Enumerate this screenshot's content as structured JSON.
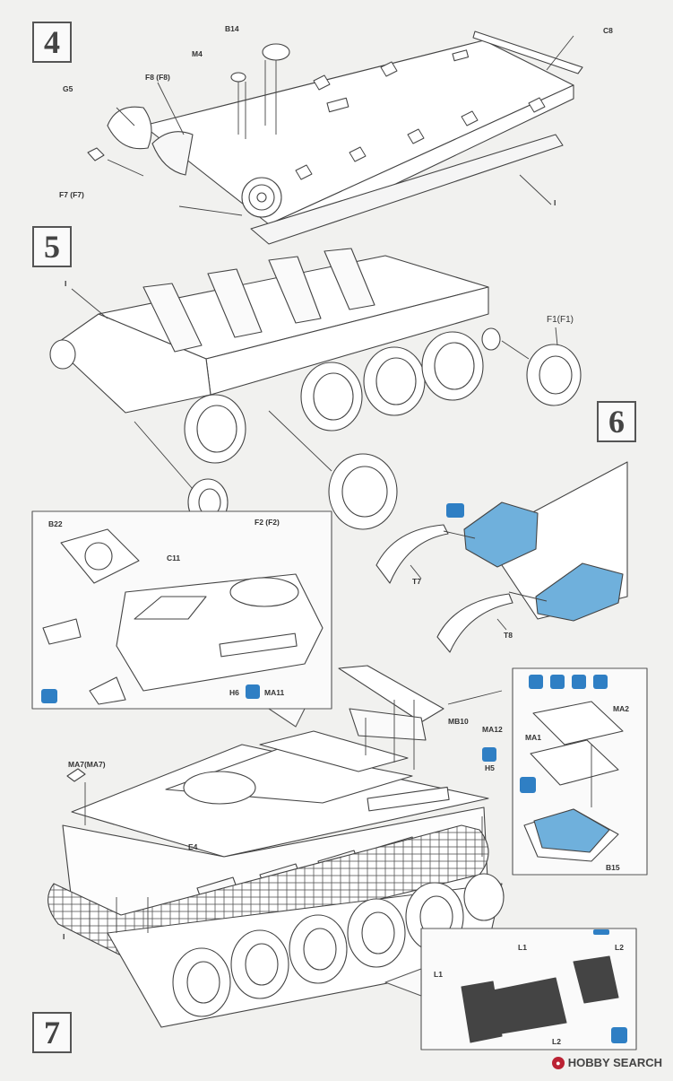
{
  "steps": {
    "s4": "4",
    "s5": "5",
    "s6": "6",
    "s7": "7"
  },
  "labels": {
    "b14": "B14",
    "m4": "M4",
    "f8": "F8 (F8)",
    "g5": "G5",
    "f7": "F7 (F7)",
    "c8": "C8",
    "i_step4": "I",
    "i_step5": "I",
    "f1": "F1(F1)",
    "f2": "F2 (F2)",
    "t7": "T7",
    "t8": "T8",
    "b22": "B22",
    "c11": "C11",
    "h6": "H6",
    "ma11": "MA11",
    "mb10": "MB10",
    "ma12": "MA12",
    "h5": "H5",
    "ma7": "MA7(MA7)",
    "e4": "E4",
    "i_step7": "I",
    "ma2": "MA2",
    "ma1": "MA1",
    "b15": "B15",
    "l1_a": "L1",
    "l1_b": "L1",
    "l2_a": "L2",
    "l2_b": "L2"
  },
  "colors": {
    "accent_blue": "#6fb0dc",
    "icon_blue": "#2f7fc4",
    "line": "#444444"
  },
  "watermark": {
    "text": "HOBBY SEARCH",
    "icon": "hobby-search-logo-icon"
  }
}
